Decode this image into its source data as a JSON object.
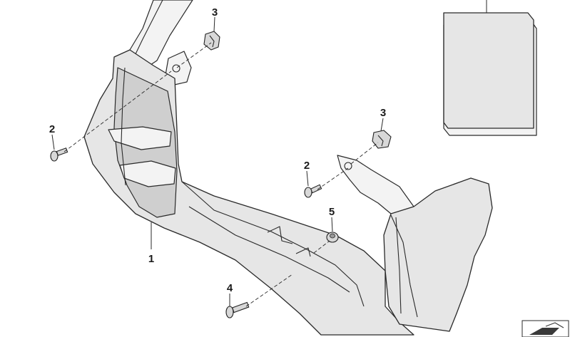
{
  "diagram": {
    "callouts": [
      {
        "id": "callout-1",
        "label": "1"
      },
      {
        "id": "callout-2a",
        "label": "2"
      },
      {
        "id": "callout-2b",
        "label": "2"
      },
      {
        "id": "callout-3a",
        "label": "3"
      },
      {
        "id": "callout-3b",
        "label": "3"
      },
      {
        "id": "callout-4",
        "label": "4"
      },
      {
        "id": "callout-5",
        "label": "5"
      }
    ]
  }
}
